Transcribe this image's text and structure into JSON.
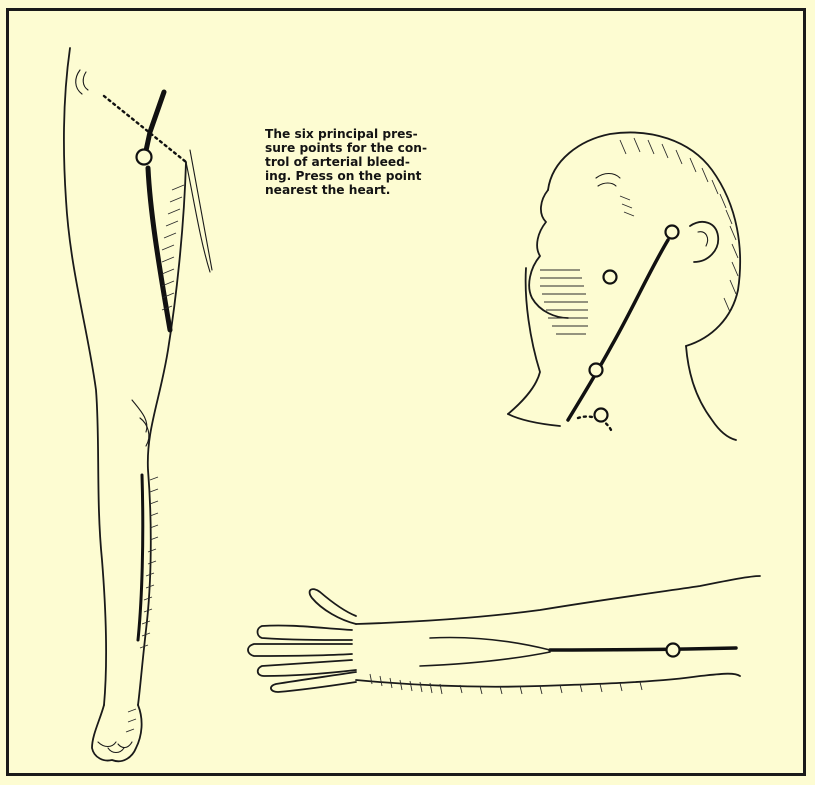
{
  "caption": {
    "text": "The six principal pres-\nsure points for the con-\ntrol of arterial bleed-\ning. Press on the point\nnearest the heart."
  },
  "colors": {
    "paper": "#fdfcd2",
    "ink": "#1a1a1a"
  },
  "figures": {
    "leg": {
      "pressure_points": 1
    },
    "head": {
      "pressure_points": 4
    },
    "arm": {
      "pressure_points": 1
    }
  }
}
